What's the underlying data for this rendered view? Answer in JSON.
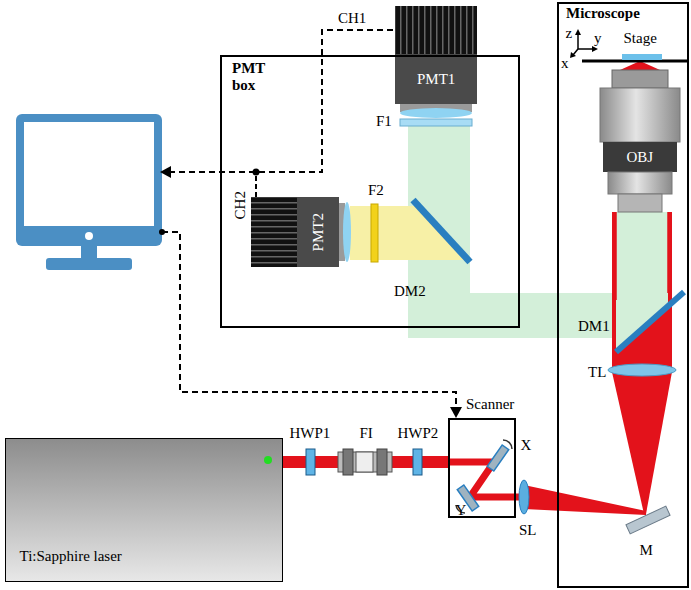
{
  "diagram": {
    "nodes": [
      {
        "text": [
          "PMT box"
        ]
      },
      {
        "text": [
          "PMT1"
        ],
        "in": 0
      },
      {
        "text": [
          "PMT2"
        ],
        "in": 0
      },
      {
        "text": [
          "Microscope"
        ]
      },
      {
        "text": [
          "OBJ"
        ],
        "in": 3
      },
      {
        "text": [
          "Scanner"
        ]
      },
      {
        "text": [
          "Ti:Sapphire laser"
        ]
      }
    ],
    "edges": [
      {
        "from": 6,
        "to": 5,
        "arrow": "none"
      }
    ],
    "labels": [
      "CH1",
      "CH2",
      "F1",
      "F2",
      "DM2",
      "z",
      "y",
      "x",
      "Stage",
      "DM1",
      "TL",
      "X",
      "Y",
      "SL",
      "M",
      "HWP1",
      "FI",
      "HWP2"
    ]
  }
}
